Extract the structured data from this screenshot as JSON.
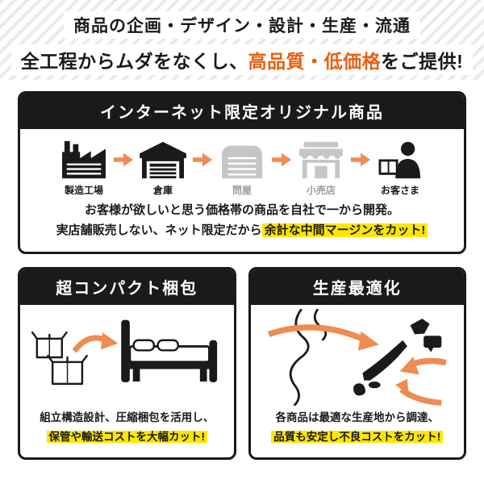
{
  "colors": {
    "accent_orange": "#ef8c52",
    "headline_orange": "#e8600f",
    "highlight_yellow": "#ffe600",
    "ink_black": "#1a1a1a",
    "inactive_gray": "#c6c6c6"
  },
  "header": {
    "line1": "商品の企画・デザイン・設計・生産・流通",
    "line2_pre": "全工程からムダをなくし、",
    "line2_highlight": "高品質・低価格",
    "line2_post": "をご提供!"
  },
  "section1": {
    "title": "インターネット限定オリジナル商品",
    "flow": [
      {
        "label": "製造工場",
        "icon": "factory-icon",
        "active": true
      },
      {
        "label": "倉庫",
        "icon": "warehouse-icon",
        "active": true
      },
      {
        "label": "問屋",
        "icon": "wholesaler-icon",
        "active": false
      },
      {
        "label": "小売店",
        "icon": "shop-icon",
        "active": false
      },
      {
        "label": "お客さま",
        "icon": "customer-icon",
        "active": true
      }
    ],
    "desc_line1": "お客様が欲しいと思う価格帯の商品を自社で一から開発。",
    "desc_line2_pre": "実店舗販売しない、ネット限定だから",
    "desc_line2_highlight": "余計な中間マージンをカット!"
  },
  "section2": {
    "title": "超コンパクト梱包",
    "desc_line1": "組立構造設計、圧縮梱包を活用し、",
    "desc_highlight": "保管や輸送コストを大幅カット!"
  },
  "section3": {
    "title": "生産最適化",
    "desc_line1": "各商品は最適な生産地から調達、",
    "desc_highlight": "品質も安定し不良コストをカット!"
  }
}
